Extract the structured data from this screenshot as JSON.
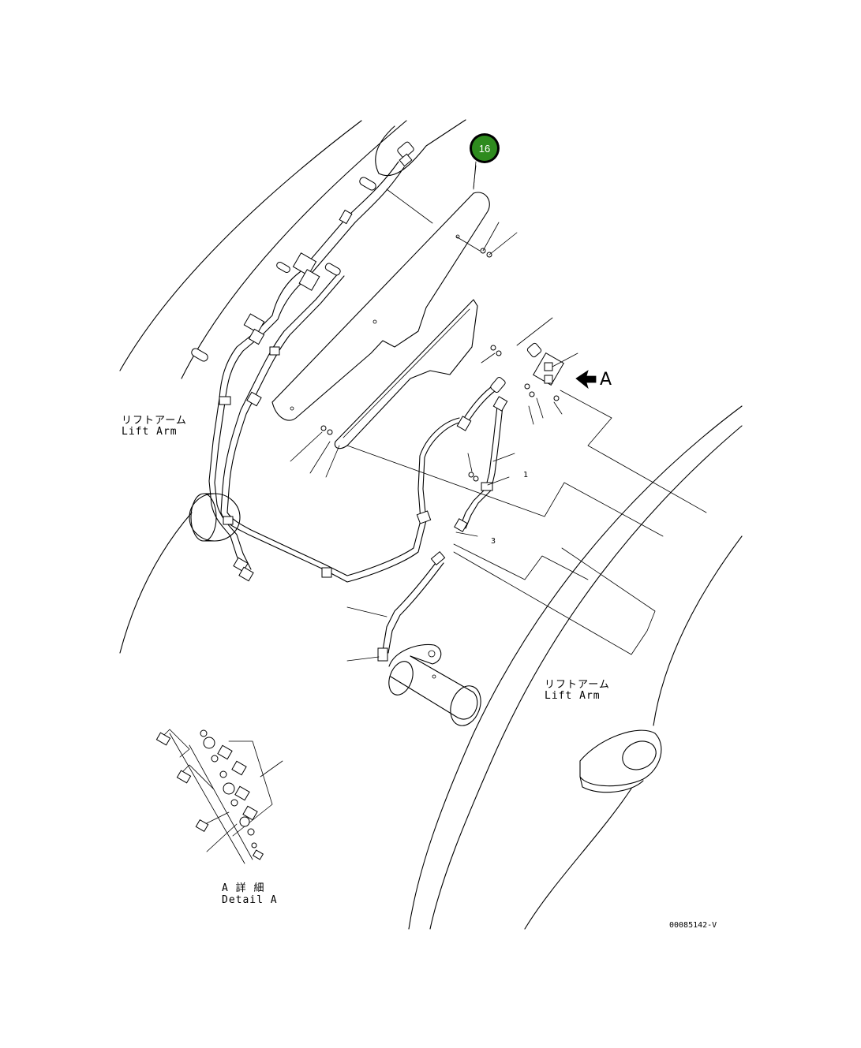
{
  "callout": {
    "number": "16",
    "color": "#2e8b1e",
    "ring": "#000000"
  },
  "labels": {
    "lift_arm_left_jp": "リフトアーム",
    "lift_arm_left_en": "Lift Arm",
    "lift_arm_right_jp": "リフトアーム",
    "lift_arm_right_en": "Lift Arm",
    "view_arrow": "A",
    "detail_jp": "A 詳 細",
    "detail_en": "Detail A",
    "drawing_number": "00085142-V"
  },
  "leader_marks": [
    "1",
    "3"
  ]
}
